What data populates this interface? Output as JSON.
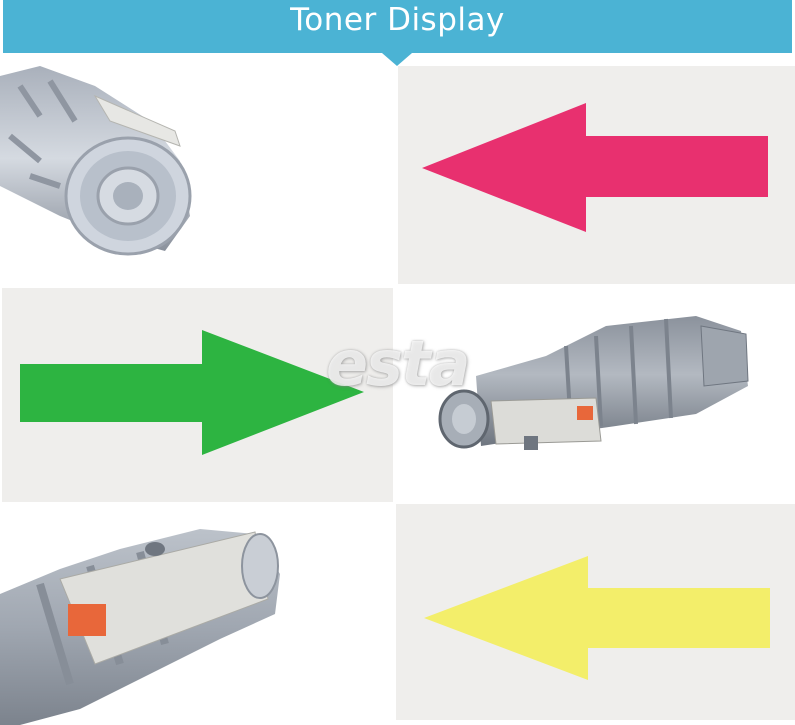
{
  "header": {
    "title": "Toner Display",
    "color": "#4bb3d4"
  },
  "watermark": {
    "text": "esta"
  },
  "arrows": {
    "left_top_color": "#e8306f",
    "right_middle_color": "#2db441",
    "left_bottom_color": "#f3ee6a"
  },
  "icons": [
    "toner-cartridge-end-photo",
    "toner-cartridge-photo",
    "toner-cartridge-closeup-photo",
    "left-arrow-icon",
    "right-arrow-icon"
  ]
}
